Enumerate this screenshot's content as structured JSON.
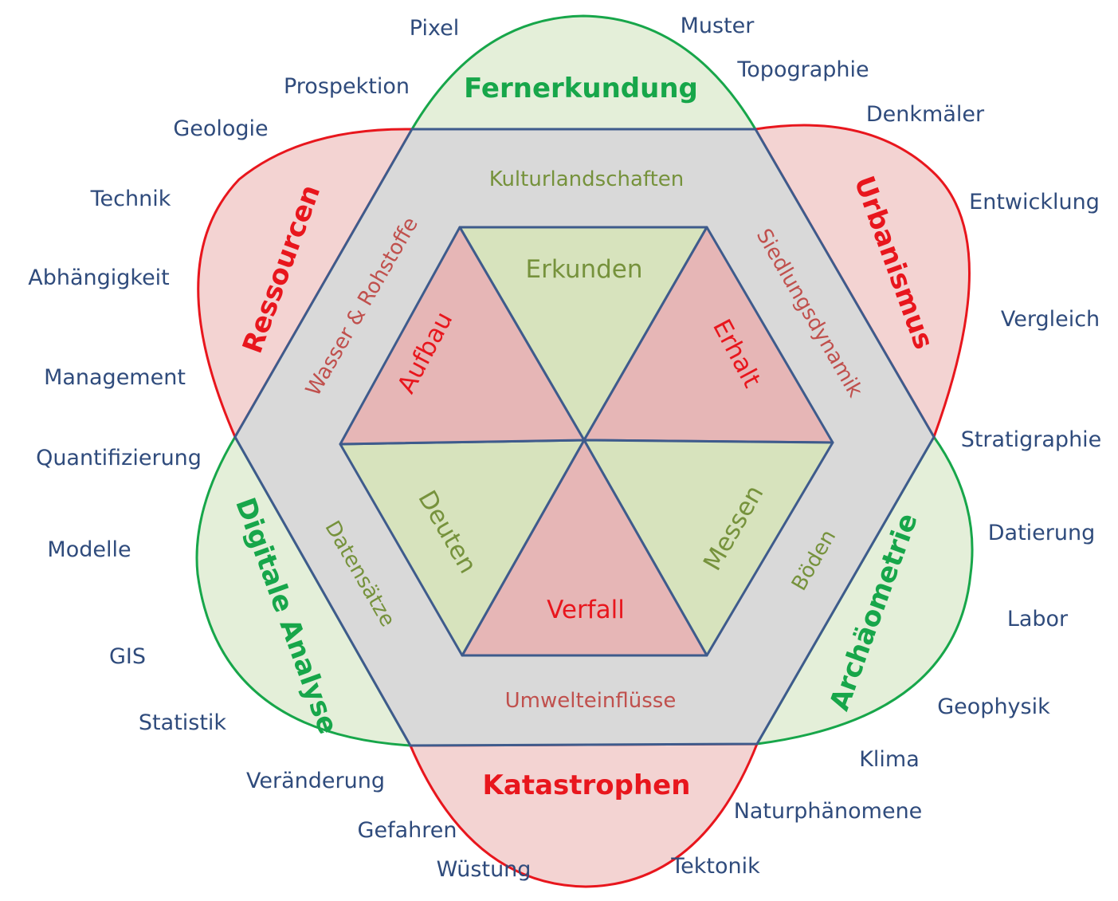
{
  "colors": {
    "red_line": "#e8161d",
    "green_line": "#17a64a",
    "red_fill": "#f3d3d2",
    "green_fill": "#e4efd9",
    "hex_fill": "#d9d9d9",
    "hex_line": "#3e5b8c",
    "tri_red": "#e6b6b6",
    "tri_green": "#d7e3bd",
    "outer_text": "#2f4b7c",
    "red_text": "#e8161d",
    "green_text": "#17a64a",
    "olive_text": "#76923c",
    "brown_text": "#c0504d"
  },
  "petals": {
    "top": "Fernerkundung",
    "upper_right": "Urbanismus",
    "lower_right": "Archäometrie",
    "bottom": "Katastrophen",
    "lower_left": "Digitale Analyse",
    "upper_left": "Ressourcen"
  },
  "hexagon": {
    "top": "Kulturlandschaften",
    "upper_right": "Siedlungsdynamik",
    "lower_right": "Böden",
    "bottom": "Umwelteinflüsse",
    "lower_left": "Datensätze",
    "upper_left": "Wasser & Rohstoffe"
  },
  "triangles": {
    "top": "Erkunden",
    "upper_right": "Erhalt",
    "lower_right": "Messen",
    "bottom": "Verfall",
    "lower_left": "Deuten",
    "upper_left": "Aufbau"
  },
  "keywords": {
    "pixel": "Pixel",
    "muster": "Muster",
    "topographie": "Topographie",
    "denkmaeler": "Denkmäler",
    "prospektion": "Prospektion",
    "geologie": "Geologie",
    "technik": "Technik",
    "abhaengigkeit": "Abhängigkeit",
    "management": "Management",
    "quantifizierung": "Quantifizierung",
    "modelle": "Modelle",
    "gis": "GIS",
    "statistik": "Statistik",
    "veraenderung": "Veränderung",
    "gefahren": "Gefahren",
    "wuestung": "Wüstung",
    "entwicklung": "Entwicklung",
    "vergleich": "Vergleich",
    "stratigraphie": "Stratigraphie",
    "datierung": "Datierung",
    "labor": "Labor",
    "geophysik": "Geophysik",
    "klima": "Klima",
    "naturphaenomene": "Naturphänomene",
    "tektonik": "Tektonik"
  }
}
